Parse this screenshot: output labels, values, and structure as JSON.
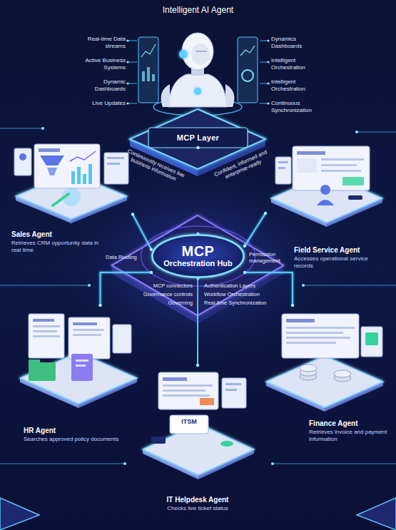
{
  "diagram": {
    "title": "Intelligent AI Agent",
    "nodes": [
      {
        "text": [
          "MCP Layer"
        ]
      },
      {
        "text": [
          "MCP",
          "Orchestration Hub"
        ]
      },
      {
        "text": [
          "Sales Agent",
          "Retrieves CRM opportunity data in real time"
        ]
      },
      {
        "text": [
          "Field Service Agent",
          "Accesses operational service records"
        ]
      },
      {
        "text": [
          "HR Agent",
          "Searches approved policy documents"
        ]
      },
      {
        "text": [
          "Finance Agent",
          "Retrieves invoice and payment information"
        ]
      },
      {
        "text": [
          "IT Helpdesk Agent",
          "Checks live ticket status"
        ]
      }
    ],
    "edges": [
      {
        "from": 0,
        "to": 1,
        "arrow": "none"
      },
      {
        "from": 1,
        "to": 2,
        "arrow": "none"
      },
      {
        "from": 1,
        "to": 3,
        "arrow": "none"
      },
      {
        "from": 1,
        "to": 4,
        "arrow": "none"
      },
      {
        "from": 1,
        "to": 5,
        "arrow": "none"
      },
      {
        "from": 1,
        "to": 6,
        "arrow": "none"
      }
    ],
    "labels": [
      "Real-time Data streams",
      "Active Business Systems",
      "Dynamic Dashboards",
      "Live Updates",
      "Dynamics Dashboards",
      "Intelligent Orchestration",
      "Intelligent Orchestration",
      "Continuous Synchronization",
      "Continuously receives live business information",
      "Confident, informed and enterprise-ready",
      "MCP connectors",
      "Governance controls",
      "Authentication Layers",
      "Permission management",
      "Data Routing",
      "Governing",
      "Workflow Orchestration",
      "Real-time Synchronization",
      "ITSM"
    ]
  }
}
